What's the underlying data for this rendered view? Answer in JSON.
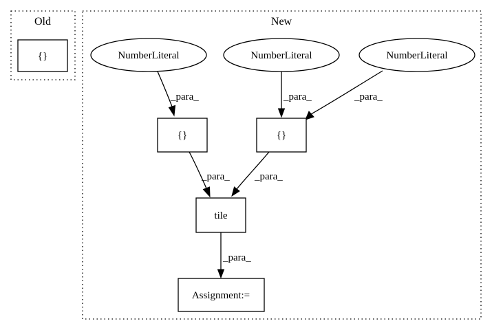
{
  "clusters": {
    "old": {
      "label": "Old"
    },
    "new": {
      "label": "New"
    }
  },
  "nodes": {
    "old_braces": "{}",
    "number_literal_1": "NumberLiteral",
    "number_literal_2": "NumberLiteral",
    "number_literal_3": "NumberLiteral",
    "braces_left": "{}",
    "braces_right": "{}",
    "tile": "tile",
    "assignment": "Assignment:="
  },
  "edges": {
    "nl1_to_braces_left": "_para_",
    "nl2_to_braces_right": "_para_",
    "nl3_to_braces_right": "_para_",
    "braces_left_to_tile": "_para_",
    "braces_right_to_tile": "_para_",
    "tile_to_assignment": "_para_"
  }
}
